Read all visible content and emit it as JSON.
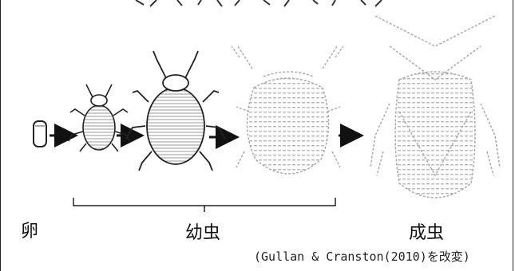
{
  "labels": {
    "egg": "卵",
    "nymph": "幼虫",
    "adult": "成虫"
  },
  "caption": "(Gullan & Cranston(2010)を改変)",
  "stages": [
    "egg",
    "nymph-1",
    "nymph-2",
    "nymph-3",
    "adult"
  ]
}
